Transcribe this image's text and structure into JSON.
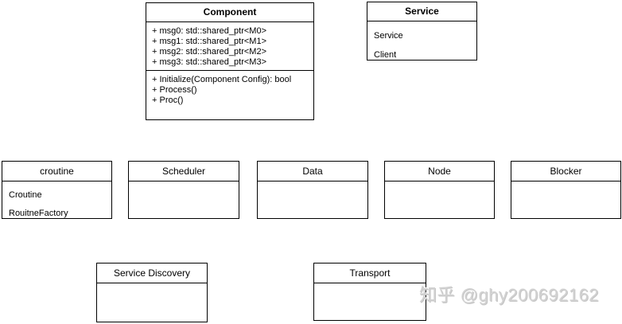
{
  "diagram": {
    "component": {
      "title": "Component",
      "attributes": [
        "+ msg0: std::shared_ptr<M0>",
        "+ msg1: std::shared_ptr<M1>",
        "+ msg2: std::shared_ptr<M2>",
        "+ msg3: std::shared_ptr<M3>"
      ],
      "methods": [
        "+ Initialize(Component Config): bool",
        "+ Process()",
        "+ Proc()"
      ]
    },
    "service": {
      "title": "Service",
      "members": [
        "Service",
        "Client"
      ]
    },
    "middle_row": [
      {
        "title": "croutine",
        "members": [
          "Croutine",
          "RouitneFactory"
        ]
      },
      {
        "title": "Scheduler",
        "members": []
      },
      {
        "title": "Data",
        "members": []
      },
      {
        "title": "Node",
        "members": []
      },
      {
        "title": "Blocker",
        "members": []
      }
    ],
    "bottom_row": [
      {
        "title": "Service Discovery",
        "members": []
      },
      {
        "title": "Transport",
        "members": []
      }
    ]
  },
  "watermark": {
    "text": "知乎 @ghy200692162",
    "color": "#d2d2d2"
  },
  "colors": {
    "border": "#000000",
    "background": "#ffffff",
    "text": "#000000"
  }
}
